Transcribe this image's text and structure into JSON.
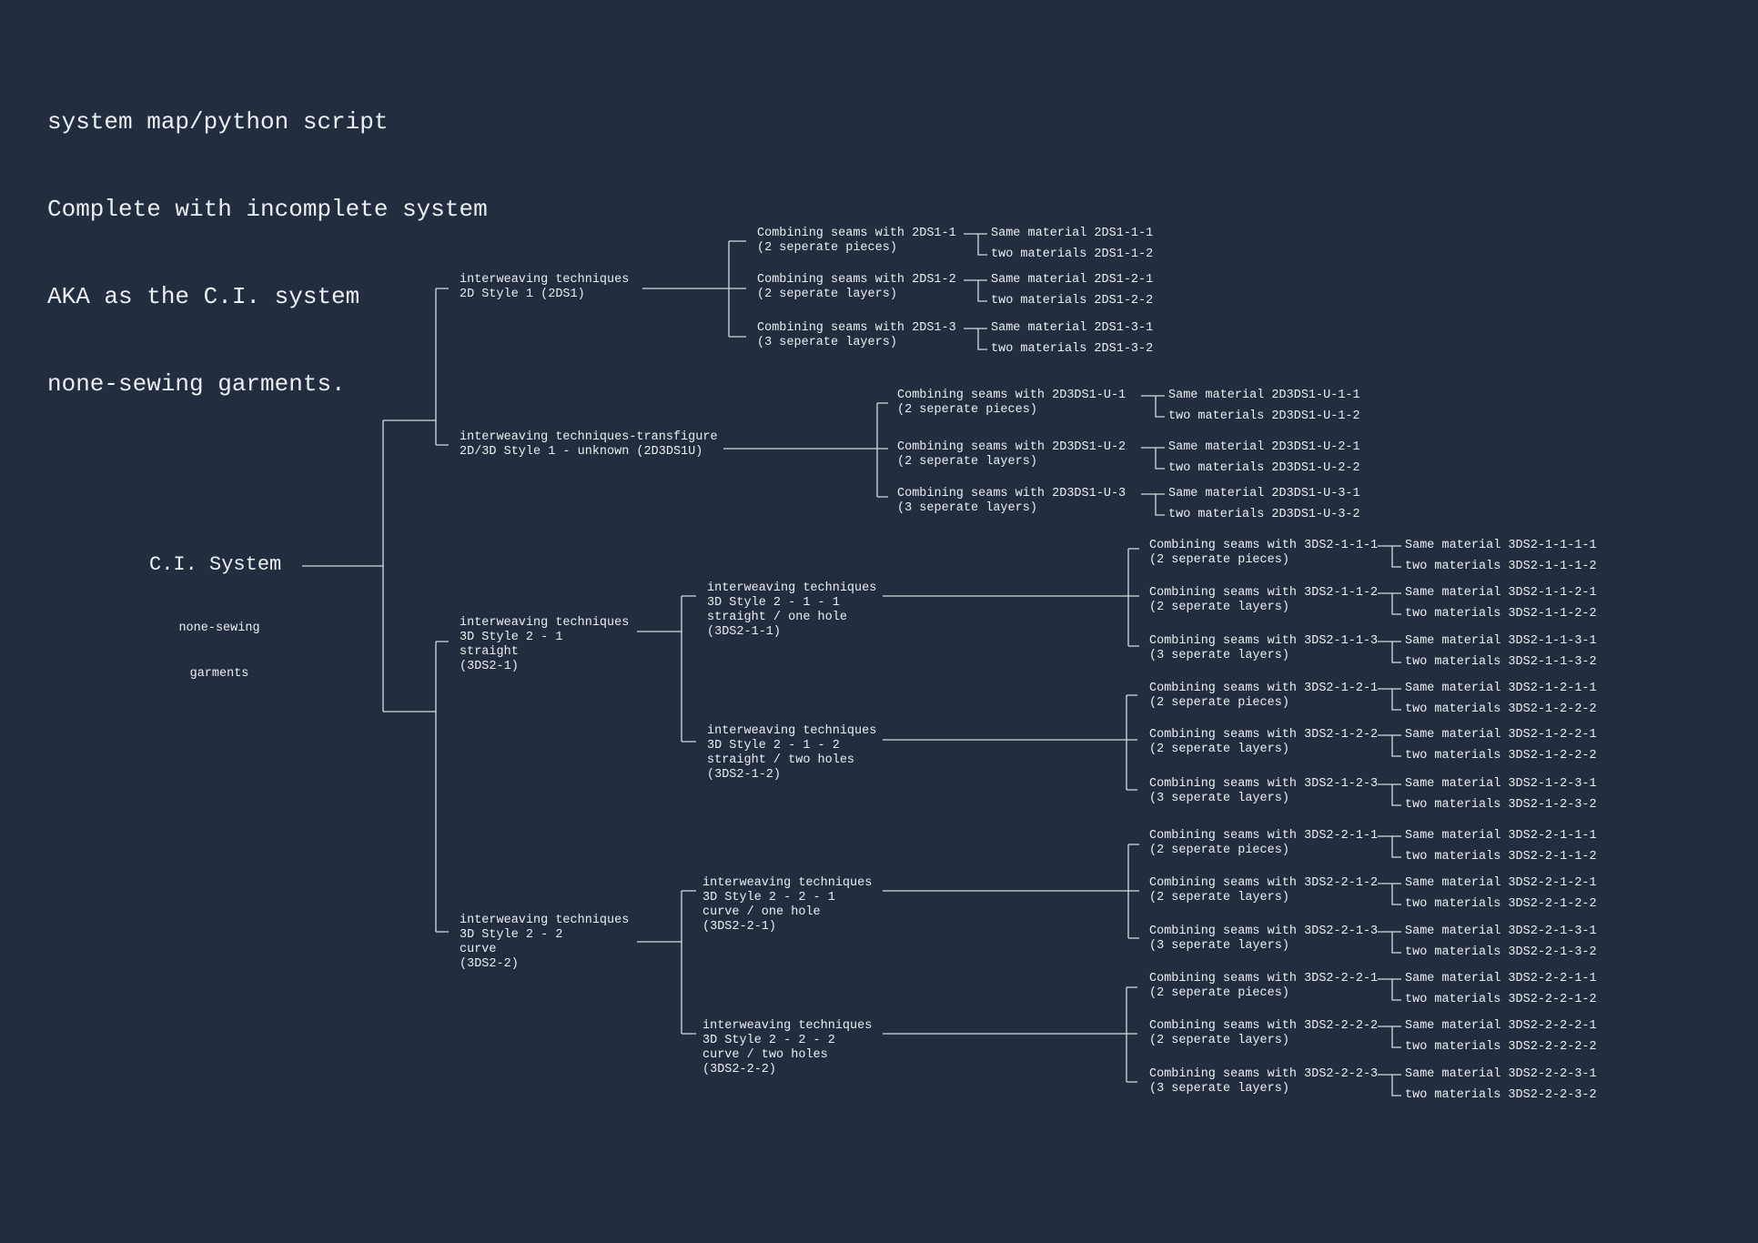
{
  "intro": [
    "system map/python script",
    "Complete with incomplete system",
    "AKA as the C.I. system",
    "none-sewing garments."
  ],
  "root": {
    "title": "C.I. System",
    "subtitle": [
      "none-sewing",
      "garments"
    ]
  },
  "nodes": {
    "l1_2ds1": [
      "interweaving techniques",
      "2D Style 1 (2DS1)"
    ],
    "l1_2d3ds1u": [
      "interweaving techniques-transfigure",
      "2D/3D Style 1 - unknown (2D3DS1U)"
    ],
    "l1_3ds21": [
      "interweaving techniques",
      "3D Style 2 - 1",
      "straight",
      "(3DS2-1)"
    ],
    "l1_3ds22": [
      "interweaving techniques",
      "3D Style 2 - 2",
      "curve",
      "(3DS2-2)"
    ],
    "l2_3ds211": [
      "interweaving techniques",
      "3D Style 2 - 1 - 1",
      "straight / one hole",
      "(3DS2-1-1)"
    ],
    "l2_3ds212": [
      "interweaving techniques",
      "3D Style 2 - 1 - 2",
      "straight / two holes",
      "(3DS2-1-2)"
    ],
    "l2_3ds221": [
      "interweaving techniques",
      "3D Style 2 - 2 - 1",
      "curve / one hole",
      "(3DS2-2-1)"
    ],
    "l2_3ds222": [
      "interweaving techniques",
      "3D Style 2 - 2 - 2",
      "curve / two holes",
      "(3DS2-2-2)"
    ],
    "cs_2ds1_1": [
      "Combining seams with 2DS1-1",
      "(2 seperate pieces)"
    ],
    "cs_2ds1_2": [
      "Combining seams with 2DS1-2",
      "(2 seperate layers)"
    ],
    "cs_2ds1_3": [
      "Combining seams with 2DS1-3",
      "(3 seperate layers)"
    ],
    "cs_2d3_1": [
      "Combining seams with 2D3DS1-U-1",
      "(2 seperate pieces)"
    ],
    "cs_2d3_2": [
      "Combining seams with 2D3DS1-U-2",
      "(2 seperate layers)"
    ],
    "cs_2d3_3": [
      "Combining seams with 2D3DS1-U-3",
      "(3 seperate layers)"
    ],
    "cs_211_1": [
      "Combining seams with 3DS2-1-1-1",
      "(2 seperate pieces)"
    ],
    "cs_211_2": [
      "Combining seams with 3DS2-1-1-2",
      "(2 seperate layers)"
    ],
    "cs_211_3": [
      "Combining seams with 3DS2-1-1-3",
      "(3 seperate layers)"
    ],
    "cs_212_1": [
      "Combining seams with 3DS2-1-2-1",
      "(2 seperate pieces)"
    ],
    "cs_212_2": [
      "Combining seams with 3DS2-1-2-2",
      "(2 seperate layers)"
    ],
    "cs_212_3": [
      "Combining seams with 3DS2-1-2-3",
      "(3 seperate layers)"
    ],
    "cs_221_1": [
      "Combining seams with 3DS2-2-1-1",
      "(2 seperate pieces)"
    ],
    "cs_221_2": [
      "Combining seams with 3DS2-2-1-2",
      "(2 seperate layers)"
    ],
    "cs_221_3": [
      "Combining seams with 3DS2-2-1-3",
      "(3 seperate layers)"
    ],
    "cs_222_1": [
      "Combining seams with 3DS2-2-2-1",
      "(2 seperate pieces)"
    ],
    "cs_222_2": [
      "Combining seams with 3DS2-2-2-2",
      "(2 seperate layers)"
    ],
    "cs_222_3": [
      "Combining seams with 3DS2-2-2-3",
      "(3 seperate layers)"
    ]
  },
  "materials": {
    "cs_2ds1_1": [
      "Same material 2DS1-1-1",
      "two materials 2DS1-1-2"
    ],
    "cs_2ds1_2": [
      "Same material 2DS1-2-1",
      "two materials 2DS1-2-2"
    ],
    "cs_2ds1_3": [
      "Same material 2DS1-3-1",
      "two materials 2DS1-3-2"
    ],
    "cs_2d3_1": [
      "Same material 2D3DS1-U-1-1",
      "two materials 2D3DS1-U-1-2"
    ],
    "cs_2d3_2": [
      "Same material 2D3DS1-U-2-1",
      "two materials 2D3DS1-U-2-2"
    ],
    "cs_2d3_3": [
      "Same material 2D3DS1-U-3-1",
      "two materials 2D3DS1-U-3-2"
    ],
    "cs_211_1": [
      "Same material 3DS2-1-1-1-1",
      "two materials 3DS2-1-1-1-2"
    ],
    "cs_211_2": [
      "Same material 3DS2-1-1-2-1",
      "two materials 3DS2-1-1-2-2"
    ],
    "cs_211_3": [
      "Same material 3DS2-1-1-3-1",
      "two materials 3DS2-1-1-3-2"
    ],
    "cs_212_1": [
      "Same material 3DS2-1-2-1-1",
      "two materials 3DS2-1-2-2-2"
    ],
    "cs_212_2": [
      "Same material 3DS2-1-2-2-1",
      "two materials 3DS2-1-2-2-2"
    ],
    "cs_212_3": [
      "Same material 3DS2-1-2-3-1",
      "two materials 3DS2-1-2-3-2"
    ],
    "cs_221_1": [
      "Same material 3DS2-2-1-1-1",
      "two materials 3DS2-2-1-1-2"
    ],
    "cs_221_2": [
      "Same material 3DS2-2-1-2-1",
      "two materials 3DS2-2-1-2-2"
    ],
    "cs_221_3": [
      "Same material 3DS2-2-1-3-1",
      "two materials 3DS2-2-1-3-2"
    ],
    "cs_222_1": [
      "Same material 3DS2-2-2-1-1",
      "two materials 3DS2-2-2-1-2"
    ],
    "cs_222_2": [
      "Same material 3DS2-2-2-2-1",
      "two materials 3DS2-2-2-2-2"
    ],
    "cs_222_3": [
      "Same material 3DS2-2-2-3-1",
      "two materials 3DS2-2-2-3-2"
    ]
  }
}
